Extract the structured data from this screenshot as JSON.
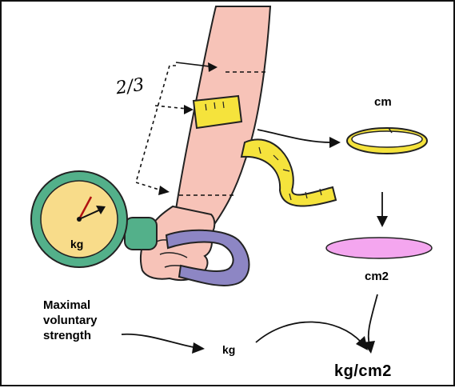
{
  "labels": {
    "fraction": "2/3",
    "circumference_unit": "cm",
    "area_unit": "cm2",
    "dial_unit": "kg",
    "strength_label": "Maximal voluntary strength",
    "strength_unit": "kg",
    "result_unit": "kg/cm2"
  },
  "colors": {
    "skin": "#f7c3b8",
    "tape": "#f5e33c",
    "dial_face": "#f8dc8a",
    "dial_ring": "#53b08a",
    "handle": "#8d86c4",
    "area_ellipse": "#f4a6ef",
    "needle": "#b01010"
  },
  "icons": {
    "dynamometer": "hand-dynamometer-icon",
    "tape_measure": "measuring-tape-icon",
    "ring": "circumference-ring-icon",
    "ellipse": "cross-section-area-icon"
  }
}
